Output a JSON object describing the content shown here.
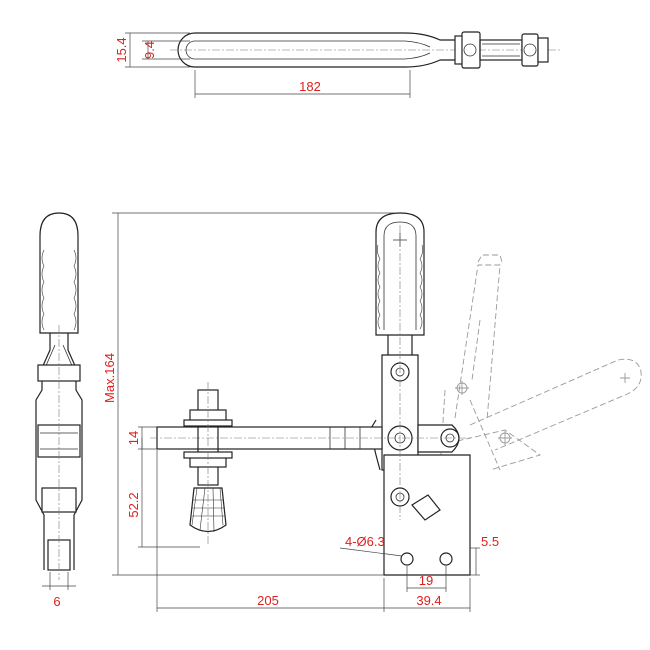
{
  "colors": {
    "dimension_text": "#e0201c",
    "lines": "#222222",
    "ghost": "#9a9a9a"
  },
  "dimensions": {
    "top_height_outer": "15.4",
    "top_height_inner": "9.4",
    "handle_length": "182",
    "max_height": "Max.164",
    "bar_thickness": "14",
    "spindle_height": "52.2",
    "arm_length": "205",
    "hole_spec": "4-Ø6.3",
    "hole_pitch": "19",
    "base_width": "39.4",
    "hole_edge": "5.5",
    "side_width": "6"
  }
}
